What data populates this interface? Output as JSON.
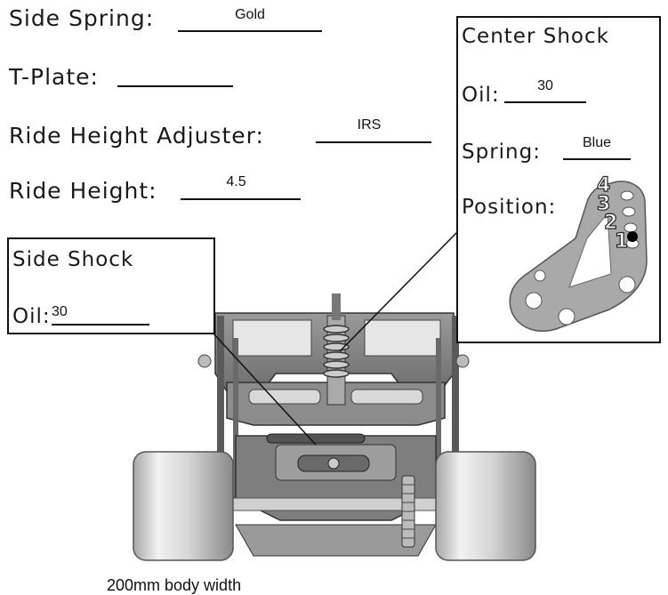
{
  "setup": {
    "side_spring": {
      "label": "Side Spring:",
      "value": "Gold"
    },
    "t_plate": {
      "label": "T-Plate:",
      "value": ""
    },
    "ride_height_adjuster": {
      "label": "Ride Height Adjuster:",
      "value": "IRS"
    },
    "ride_height": {
      "label": "Ride Height:",
      "value": "4.5"
    }
  },
  "side_shock": {
    "title": "Side Shock",
    "oil_label": "Oil:",
    "oil_value": "30"
  },
  "center_shock": {
    "title": "Center Shock",
    "oil_label": "Oil:",
    "oil_value": "30",
    "spring_label": "Spring:",
    "spring_value": "Blue",
    "position_label": "Position:",
    "position_numbers": [
      "4",
      "3",
      "2",
      "1"
    ],
    "selected_position": "2"
  },
  "footer": {
    "text": "200mm body width"
  }
}
